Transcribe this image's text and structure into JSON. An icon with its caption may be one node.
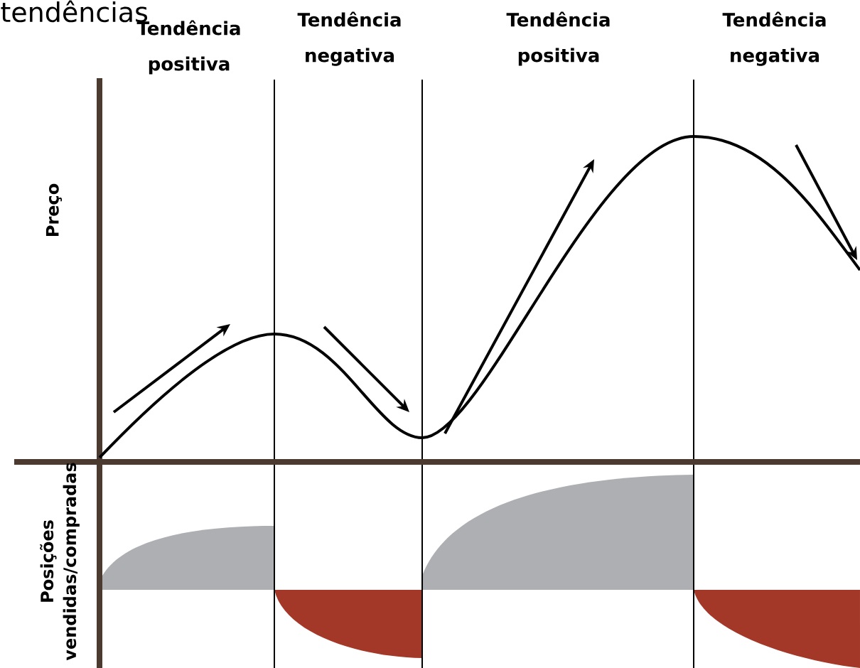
{
  "diagram": {
    "title": "tendências",
    "labels": [
      "Tendência positiva",
      "Tendência negativa",
      "Tendência positiva",
      "Tendência negativa",
      "Preço",
      "Posições vendidas/compradas"
    ]
  }
}
